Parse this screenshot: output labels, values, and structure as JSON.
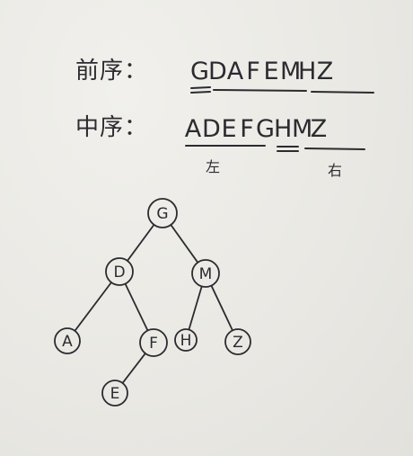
{
  "preorder": {
    "label": "前序：",
    "letters": [
      "G",
      "D",
      "A",
      "F",
      "E",
      "M",
      "H",
      "Z"
    ]
  },
  "inorder": {
    "label": "中序：",
    "letters": [
      "A",
      "D",
      "E",
      "F",
      "G",
      "H",
      "M",
      "Z"
    ],
    "left_label": "左",
    "right_label": "右"
  },
  "tree": {
    "nodes": [
      {
        "id": "G",
        "label": "G"
      },
      {
        "id": "D",
        "label": "D"
      },
      {
        "id": "M",
        "label": "M"
      },
      {
        "id": "A",
        "label": "A"
      },
      {
        "id": "F",
        "label": "F"
      },
      {
        "id": "H",
        "label": "H"
      },
      {
        "id": "Z",
        "label": "Z"
      },
      {
        "id": "E",
        "label": "E"
      }
    ],
    "edges": [
      [
        "G",
        "D"
      ],
      [
        "G",
        "M"
      ],
      [
        "D",
        "A"
      ],
      [
        "D",
        "F"
      ],
      [
        "F",
        "E"
      ],
      [
        "M",
        "H"
      ],
      [
        "M",
        "Z"
      ]
    ]
  }
}
